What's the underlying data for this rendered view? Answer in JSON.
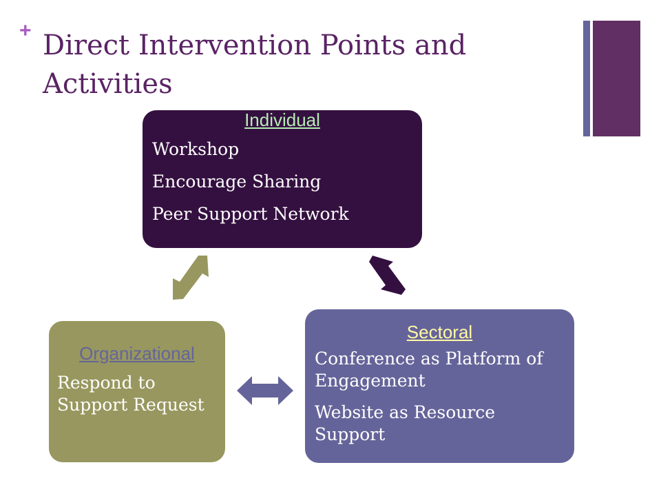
{
  "slide": {
    "plus": "+",
    "title": "Direct Intervention Points and Activities"
  },
  "nodes": {
    "individual": {
      "title": "Individual",
      "items": [
        "Workshop",
        "Encourage Sharing",
        "Peer Support Network"
      ]
    },
    "organizational": {
      "title": "Organizational",
      "items": [
        "Respond to Support Request"
      ]
    },
    "sectoral": {
      "title": "Sectoral",
      "items": [
        "Conference as Platform of Engagement",
        "Website as Resource Support"
      ]
    }
  },
  "edges": [
    {
      "from": "individual",
      "to": "organizational",
      "color": "#97975f"
    },
    {
      "from": "individual",
      "to": "sectoral",
      "color": "#341040"
    },
    {
      "from": "organizational",
      "to": "sectoral",
      "color": "#65649a"
    }
  ],
  "colors": {
    "plus": "#a95ac0",
    "title": "#5a2364",
    "bar_thin": "#65649a",
    "bar_wide": "#612f63",
    "individual_fill": "#341040",
    "individual_title": "#b6ebb3",
    "organizational_fill": "#97975f",
    "organizational_title": "#65649a",
    "sectoral_fill": "#65649a",
    "sectoral_title": "#fff9a4",
    "box_text": "#ffffff"
  }
}
